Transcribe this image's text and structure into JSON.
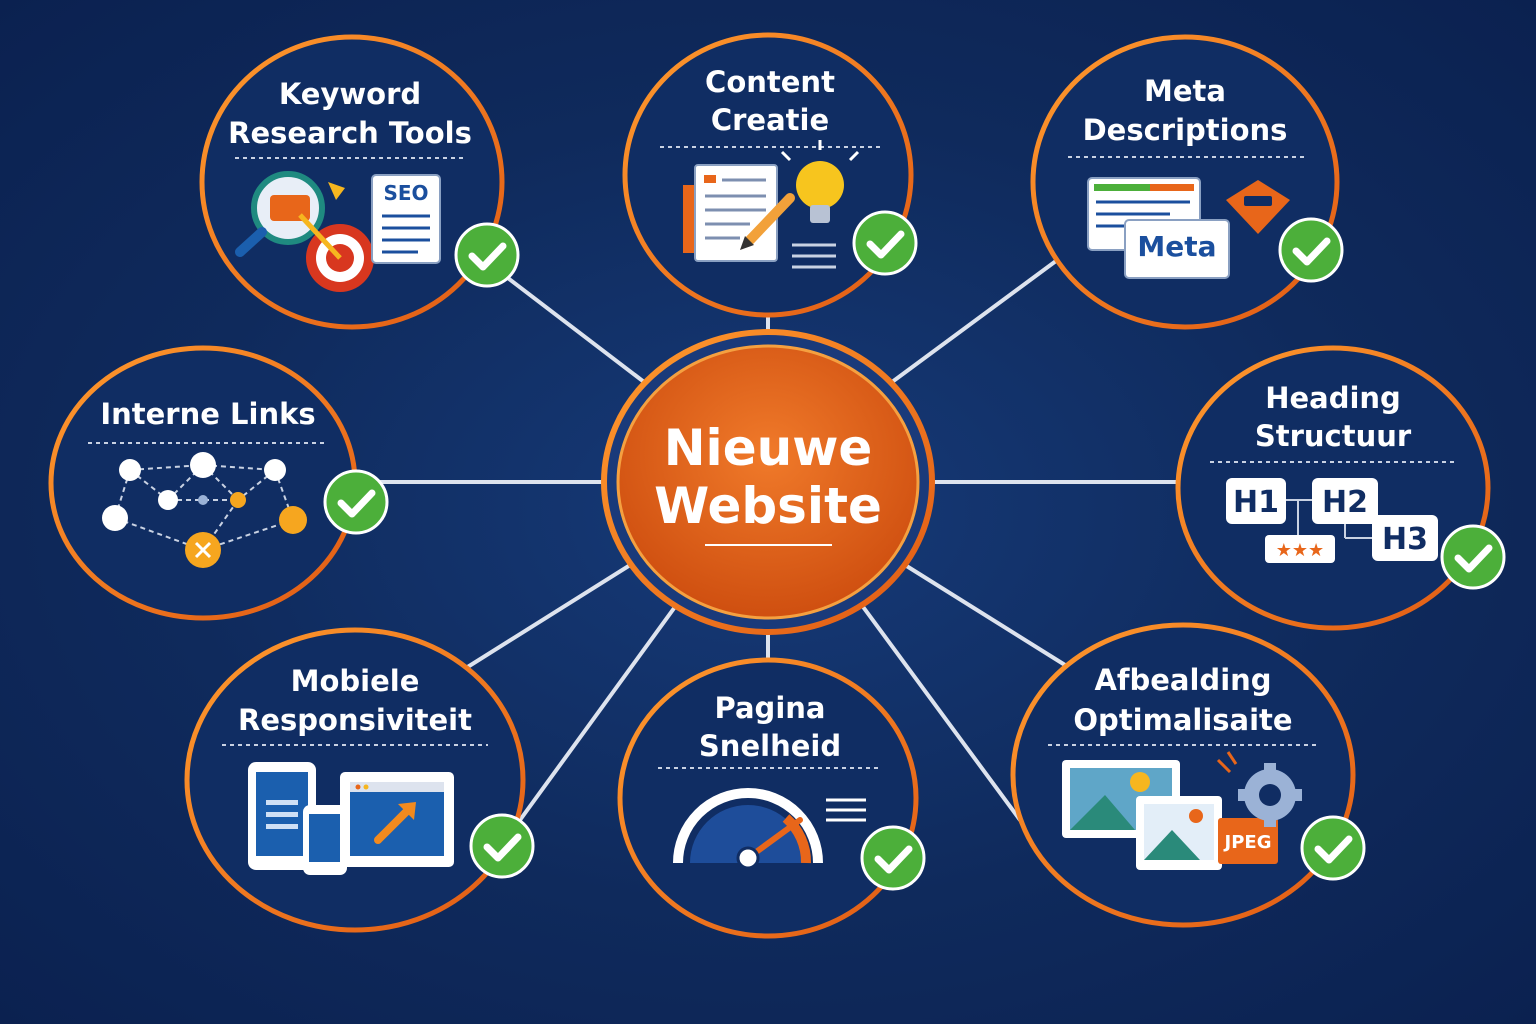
{
  "center": {
    "line1": "Nieuwe",
    "line2": "Website"
  },
  "nodes": {
    "keyword": {
      "line1": "Keyword",
      "line2": "Research Tools",
      "badge": "SEO"
    },
    "content": {
      "line1": "Content",
      "line2": "Creatie"
    },
    "meta": {
      "line1": "Meta",
      "line2": "Descriptions",
      "badge": "Meta"
    },
    "links": {
      "line1": "Interne Links"
    },
    "heading": {
      "line1": "Heading",
      "line2": "Structuur",
      "h1": "H1",
      "h2": "H2",
      "h3": "H3",
      "stars": "★★★"
    },
    "mobile": {
      "line1": "Mobiele",
      "line2": "Responsiviteit"
    },
    "speed": {
      "line1": "Pagina",
      "line2": "Snelheid"
    },
    "image": {
      "line1": "Afbealding",
      "line2": "Optimalisaite",
      "badge": "JPEG"
    }
  },
  "colors": {
    "background": "#0f2a5c",
    "accent_orange": "#e8661a",
    "ring_orange": "#f28a1e",
    "check_green": "#4caf3a",
    "connector": "#dde3ee"
  },
  "icons": [
    "check-icon",
    "magnifier-icon",
    "target-icon",
    "document-icon",
    "lightbulb-icon",
    "pencil-icon",
    "network-icon",
    "tablet-icon",
    "phone-icon",
    "laptop-icon",
    "speedometer-icon",
    "image-icon",
    "gear-icon"
  ]
}
